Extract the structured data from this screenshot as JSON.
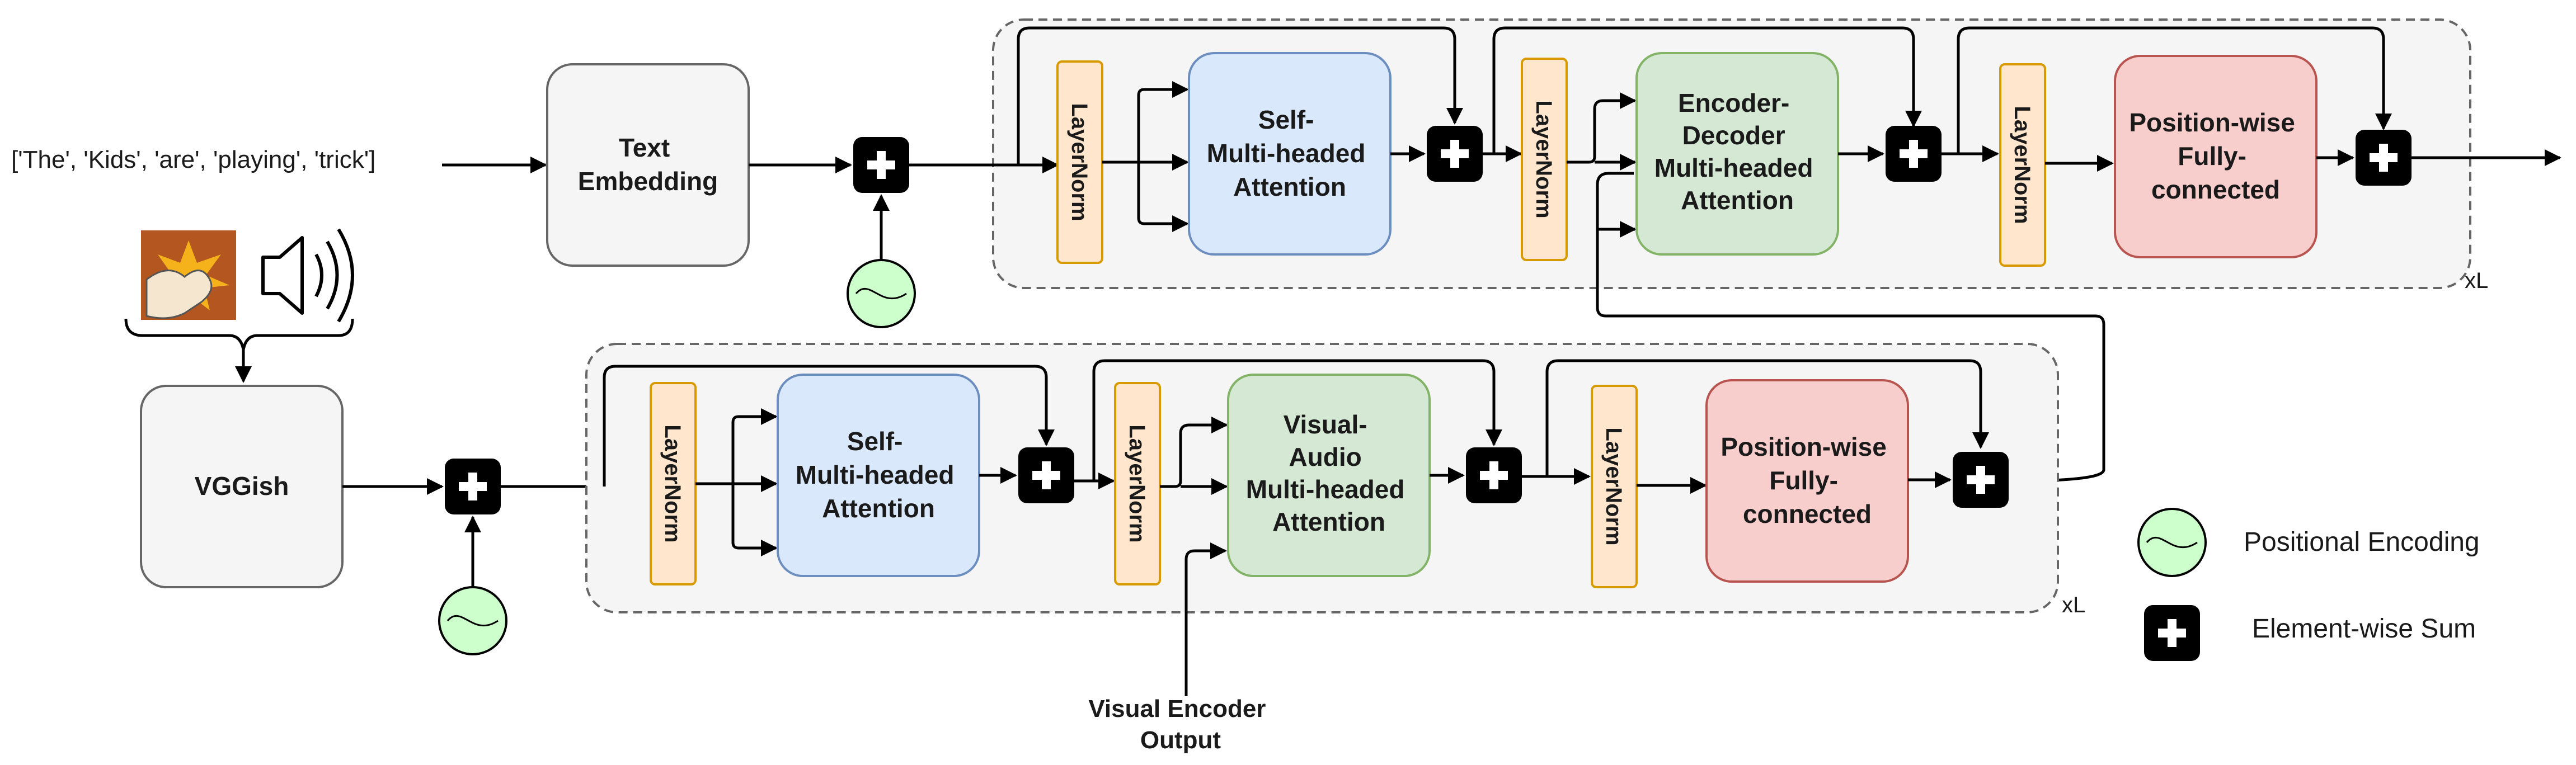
{
  "input_text": "['The', 'Kids', 'are', 'playing', 'trick']",
  "text_embedding": [
    "Text",
    "Embedding"
  ],
  "vggish": "VGGish",
  "layernorm": "LayerNorm",
  "self_attention": [
    "Self-",
    "Multi-headed",
    "Attention"
  ],
  "encdec_attention": [
    "Encoder-",
    "Decoder",
    "Multi-headed",
    "Attention"
  ],
  "visual_audio_attention": [
    "Visual-",
    "Audio",
    "Multi-headed",
    "Attention"
  ],
  "position_wise": [
    "Position-wise",
    "Fully-",
    "connected"
  ],
  "repeat_label": "xL",
  "visual_encoder_output": [
    "Visual Encoder",
    "Output"
  ],
  "legend": {
    "positional_encoding": "Positional Encoding",
    "element_wise_sum": "Element-wise Sum"
  },
  "icons": [
    "clapping-hands-icon",
    "speaker-icon"
  ],
  "colors": {
    "blue_fill": "#dae8fc",
    "blue_stroke": "#6c8ebf",
    "green_fill": "#d5e8d4",
    "green_stroke": "#82b366",
    "red_fill": "#f8cecc",
    "red_stroke": "#b85450",
    "orange_fill": "#ffe6cc",
    "orange_stroke": "#d79b00",
    "gray_fill": "#f5f5f5",
    "gray_stroke": "#666666"
  }
}
